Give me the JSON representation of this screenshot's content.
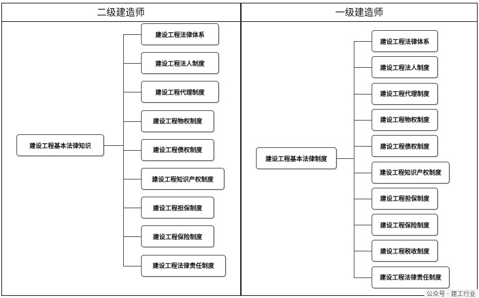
{
  "panels": [
    {
      "heading": "二级建造师",
      "root": "建设工程基本法律知识",
      "children": [
        "建设工程法律体系",
        "建设工程法人制度",
        "建设工程代理制度",
        "建设工程物权制度",
        "建设工程债权制度",
        "建设工程知识产权制度",
        "建设工程担保制度",
        "建设工程保险制度",
        "建设工程法律责任制度"
      ]
    },
    {
      "heading": "一级建造师",
      "root": "建设工程基本法律制度",
      "children": [
        "建设工程法律体系",
        "建设工程法人制度",
        "建设工程代理制度",
        "建设工程物权制度",
        "建设工程债权制度",
        "建设工程知识产权制度",
        "建设工程担保制度",
        "建设工程保险制度",
        "建设工程税收制度",
        "建设工程法律责任制度"
      ]
    }
  ],
  "watermark": "公众号 · 建工行业"
}
